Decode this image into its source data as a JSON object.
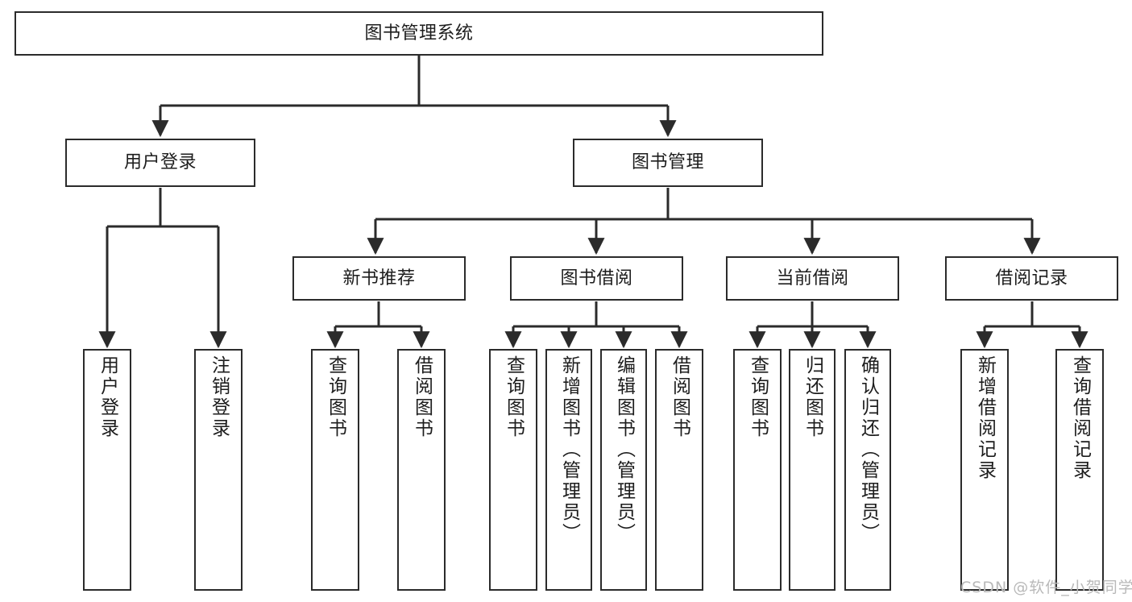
{
  "diagram": {
    "title": "图书管理系统",
    "type": "tree-hierarchy-chart",
    "watermark": "CSDN @软件_小贺同学",
    "colors": {
      "node_border": "#2b2b2b",
      "node_fill": "#ffffff",
      "edge": "#2b2b2b",
      "text": "#1d1d1d",
      "watermark": "#b9b9b9",
      "background": "#ffffff"
    },
    "nodes": {
      "root": {
        "label": "图书管理系统"
      },
      "level2": [
        {
          "id": "user-login",
          "label": "用户登录"
        },
        {
          "id": "book-manage",
          "label": "图书管理"
        }
      ],
      "level3": [
        {
          "id": "new-book-recommend",
          "label": "新书推荐"
        },
        {
          "id": "book-borrow",
          "label": "图书借阅"
        },
        {
          "id": "current-borrow",
          "label": "当前借阅"
        },
        {
          "id": "borrow-record",
          "label": "借阅记录"
        }
      ],
      "leaves": {
        "user-login": [
          {
            "id": "leaf-user-login",
            "label": "用户登录"
          },
          {
            "id": "leaf-logout-login",
            "label": "注销登录"
          }
        ],
        "new-book-recommend": [
          {
            "id": "leaf-query-book-1",
            "label": "查询图书"
          },
          {
            "id": "leaf-borrow-book-1",
            "label": "借阅图书"
          }
        ],
        "book-borrow": [
          {
            "id": "leaf-query-book-2",
            "label": "查询图书"
          },
          {
            "id": "leaf-add-book",
            "label": "新增图书（管理员）"
          },
          {
            "id": "leaf-edit-book",
            "label": "编辑图书（管理员）"
          },
          {
            "id": "leaf-borrow-book-2",
            "label": "借阅图书"
          }
        ],
        "current-borrow": [
          {
            "id": "leaf-query-book-3",
            "label": "查询图书"
          },
          {
            "id": "leaf-return-book",
            "label": "归还图书"
          },
          {
            "id": "leaf-confirm-return",
            "label": "确认归还（管理员）"
          }
        ],
        "borrow-record": [
          {
            "id": "leaf-add-record",
            "label": "新增借阅记录"
          },
          {
            "id": "leaf-query-record",
            "label": "查询借阅记录"
          }
        ]
      }
    }
  }
}
